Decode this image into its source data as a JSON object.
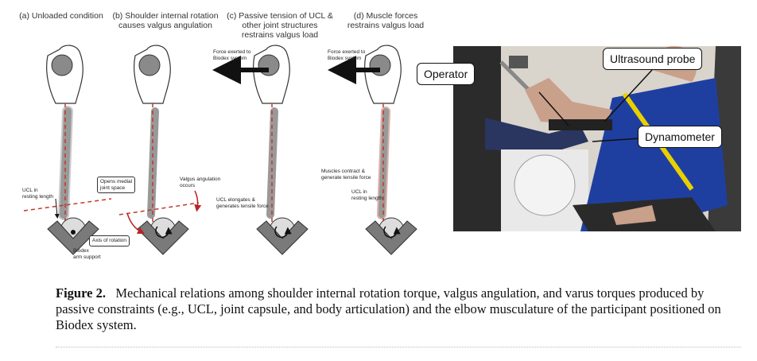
{
  "figure": {
    "panels": [
      {
        "title": "(a) Unloaded condition"
      },
      {
        "title": "(b) Shoulder internal rotation\ncauses valgus angulation"
      },
      {
        "title": "(c) Passive tension of UCL &\nother joint structures\nrestrains valgus load"
      },
      {
        "title": "(d) Muscle forces\nrestrains valgus load"
      }
    ],
    "labels": {
      "ucl_resting_a": "UCL in\nresting length",
      "axis_rotation": "Axis of rotation",
      "biodex_arm": "Biodex\narm support",
      "opens_medial": "Opens medial\njoint space",
      "valgus_occurs": "Valgus angulation\noccurs",
      "force_c": "Force exerted to\nBiodex system",
      "ucl_elongates": "UCL elongates &\ngenerates tensile force",
      "force_d": "Force exerted to\nBiodex system",
      "muscles_contract": "Muscles contract &\ngenerate tensile force",
      "ucl_resting_d": "UCL in\nresting length"
    },
    "photo_callouts": {
      "operator": "Operator",
      "ultrasound": "Ultrasound probe",
      "dynamometer": "Dynamometer"
    },
    "caption": {
      "label": "Figure 2.",
      "text": "Mechanical relations among shoulder internal rotation torque, valgus angulation, and varus torques produced by passive constraints (e.g., UCL, joint capsule, and body articulation) and the elbow musculature of the participant positioned on Biodex system."
    },
    "colors": {
      "dashed_axis": "#c0392b",
      "bone": "#e6e6e6",
      "support": "#7a7a7a",
      "ball": "#8a8a8a",
      "photo_bg": "#d9d4cc",
      "shirt": "#1f3fa0"
    }
  }
}
